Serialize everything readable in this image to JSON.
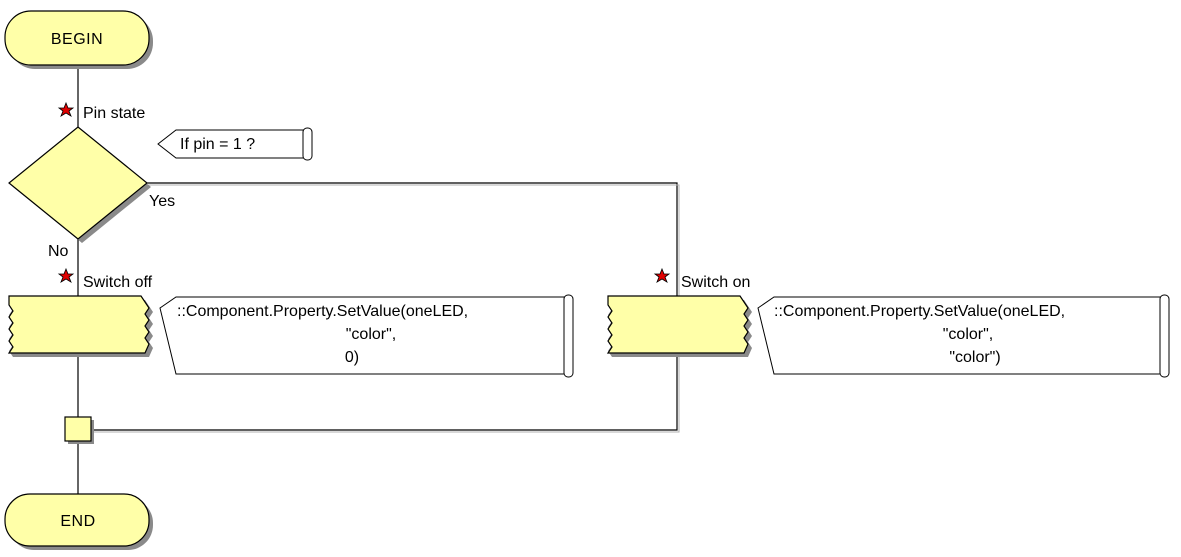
{
  "flowchart": {
    "begin_label": "BEGIN",
    "end_label": "END",
    "decision": {
      "name": "Pin state",
      "comment": "If  pin = 1 ?",
      "yes_label": "Yes",
      "no_label": "No"
    },
    "switch_off": {
      "name": "Switch off",
      "code_lines": [
        "::Component.Property.SetValue(oneLED,",
        "\"color\",",
        "0)"
      ]
    },
    "switch_on": {
      "name": "Switch on",
      "code_lines": [
        "::Component.Property.SetValue(oneLED,",
        "\"color\",",
        "\"color\")"
      ]
    },
    "colors": {
      "fill": "#ffffa8",
      "line": "#000000",
      "star": "#e00000",
      "shadow": "#8a8a8a"
    }
  }
}
